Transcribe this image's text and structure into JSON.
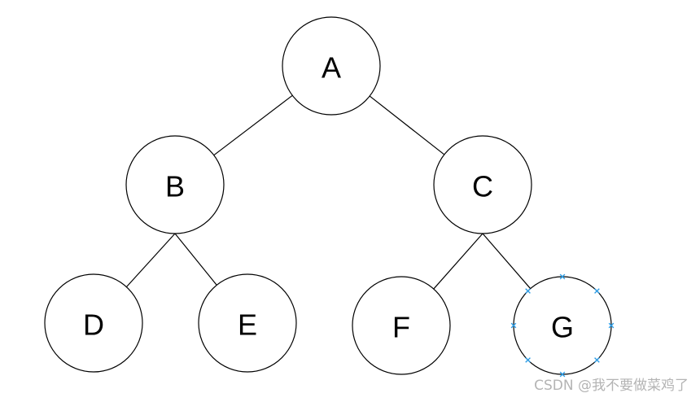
{
  "tree": {
    "nodes": [
      {
        "id": "A",
        "label": "A"
      },
      {
        "id": "B",
        "label": "B"
      },
      {
        "id": "C",
        "label": "C"
      },
      {
        "id": "D",
        "label": "D"
      },
      {
        "id": "E",
        "label": "E"
      },
      {
        "id": "F",
        "label": "F"
      },
      {
        "id": "G",
        "label": "G",
        "selected": true
      }
    ],
    "edges": [
      {
        "from": "A",
        "to": "B"
      },
      {
        "from": "A",
        "to": "C"
      },
      {
        "from": "B",
        "to": "D"
      },
      {
        "from": "B",
        "to": "E"
      },
      {
        "from": "C",
        "to": "F"
      },
      {
        "from": "C",
        "to": "G"
      }
    ]
  },
  "selection_color": "#2f9ee6",
  "watermark": "CSDN @我不要做菜鸡了"
}
